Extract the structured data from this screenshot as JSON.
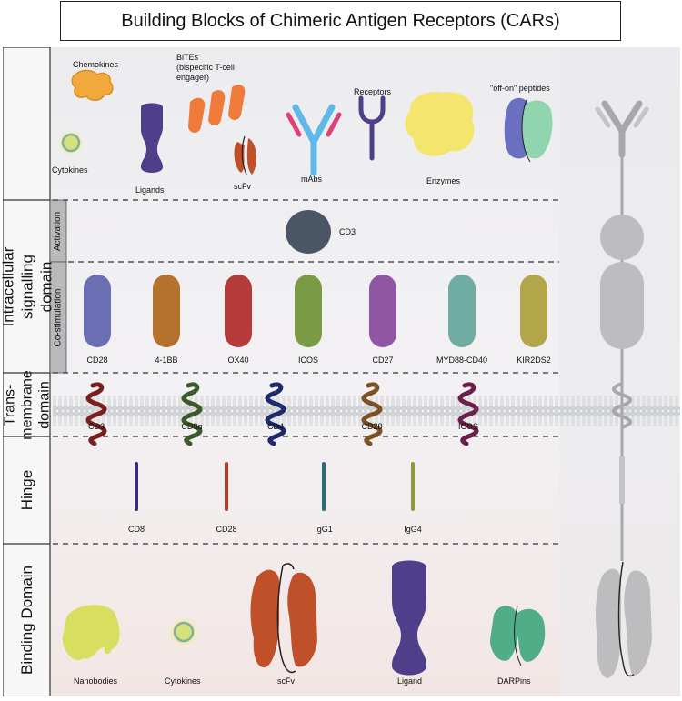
{
  "title": "Building Blocks of Chimeric Antigen Receptors (CARs)",
  "sections": {
    "intracellular": "Intracellular signalling domain",
    "activation": "Activation",
    "costimulation": "Co-stimulation",
    "transmembrane": "Trans-membrane domain",
    "hinge": "Hinge",
    "binding": "Binding Domain"
  },
  "top_row": {
    "chemokines": "Chemokines",
    "cytokines": "Cytokines",
    "bites": "BiTEs",
    "bites_sub": "(bispecific T-cell engager)",
    "ligands": "Ligands",
    "scfv": "scFv",
    "mabs": "mAbs",
    "receptors": "Receptors",
    "enzymes": "Enzymes",
    "offon": "\"off-on\" peptides"
  },
  "activation": {
    "cd3": "CD3"
  },
  "costim": [
    {
      "label": "CD28",
      "color": "#6a6fb3"
    },
    {
      "label": "4-1BB",
      "color": "#b5722f"
    },
    {
      "label": "OX40",
      "color": "#b53a3a"
    },
    {
      "label": "ICOS",
      "color": "#7a9a45"
    },
    {
      "label": "CD27",
      "color": "#8f56a3"
    },
    {
      "label": "MYD88-CD40",
      "color": "#6fada3"
    },
    {
      "label": "KIR2DS2",
      "color": "#b3a64a"
    }
  ],
  "transmembrane": [
    {
      "label": "CD3",
      "color": "#7a1f1f"
    },
    {
      "label": "CD8α",
      "color": "#3d5a2a"
    },
    {
      "label": "CD4",
      "color": "#1f2a6b"
    },
    {
      "label": "CD28",
      "color": "#7a5226"
    },
    {
      "label": "ICOS",
      "color": "#6b1f4a"
    }
  ],
  "hinge": [
    {
      "label": "CD8",
      "color": "#3b2a78"
    },
    {
      "label": "CD28",
      "color": "#b03a2a"
    },
    {
      "label": "IgG1",
      "color": "#2a6b7a"
    },
    {
      "label": "IgG4",
      "color": "#8f9a3a"
    }
  ],
  "binding": {
    "nanobodies": "Nanobodies",
    "cytokines": "Cytokines",
    "scfv": "scFv",
    "ligand": "Ligand",
    "darpins": "DARPins"
  }
}
